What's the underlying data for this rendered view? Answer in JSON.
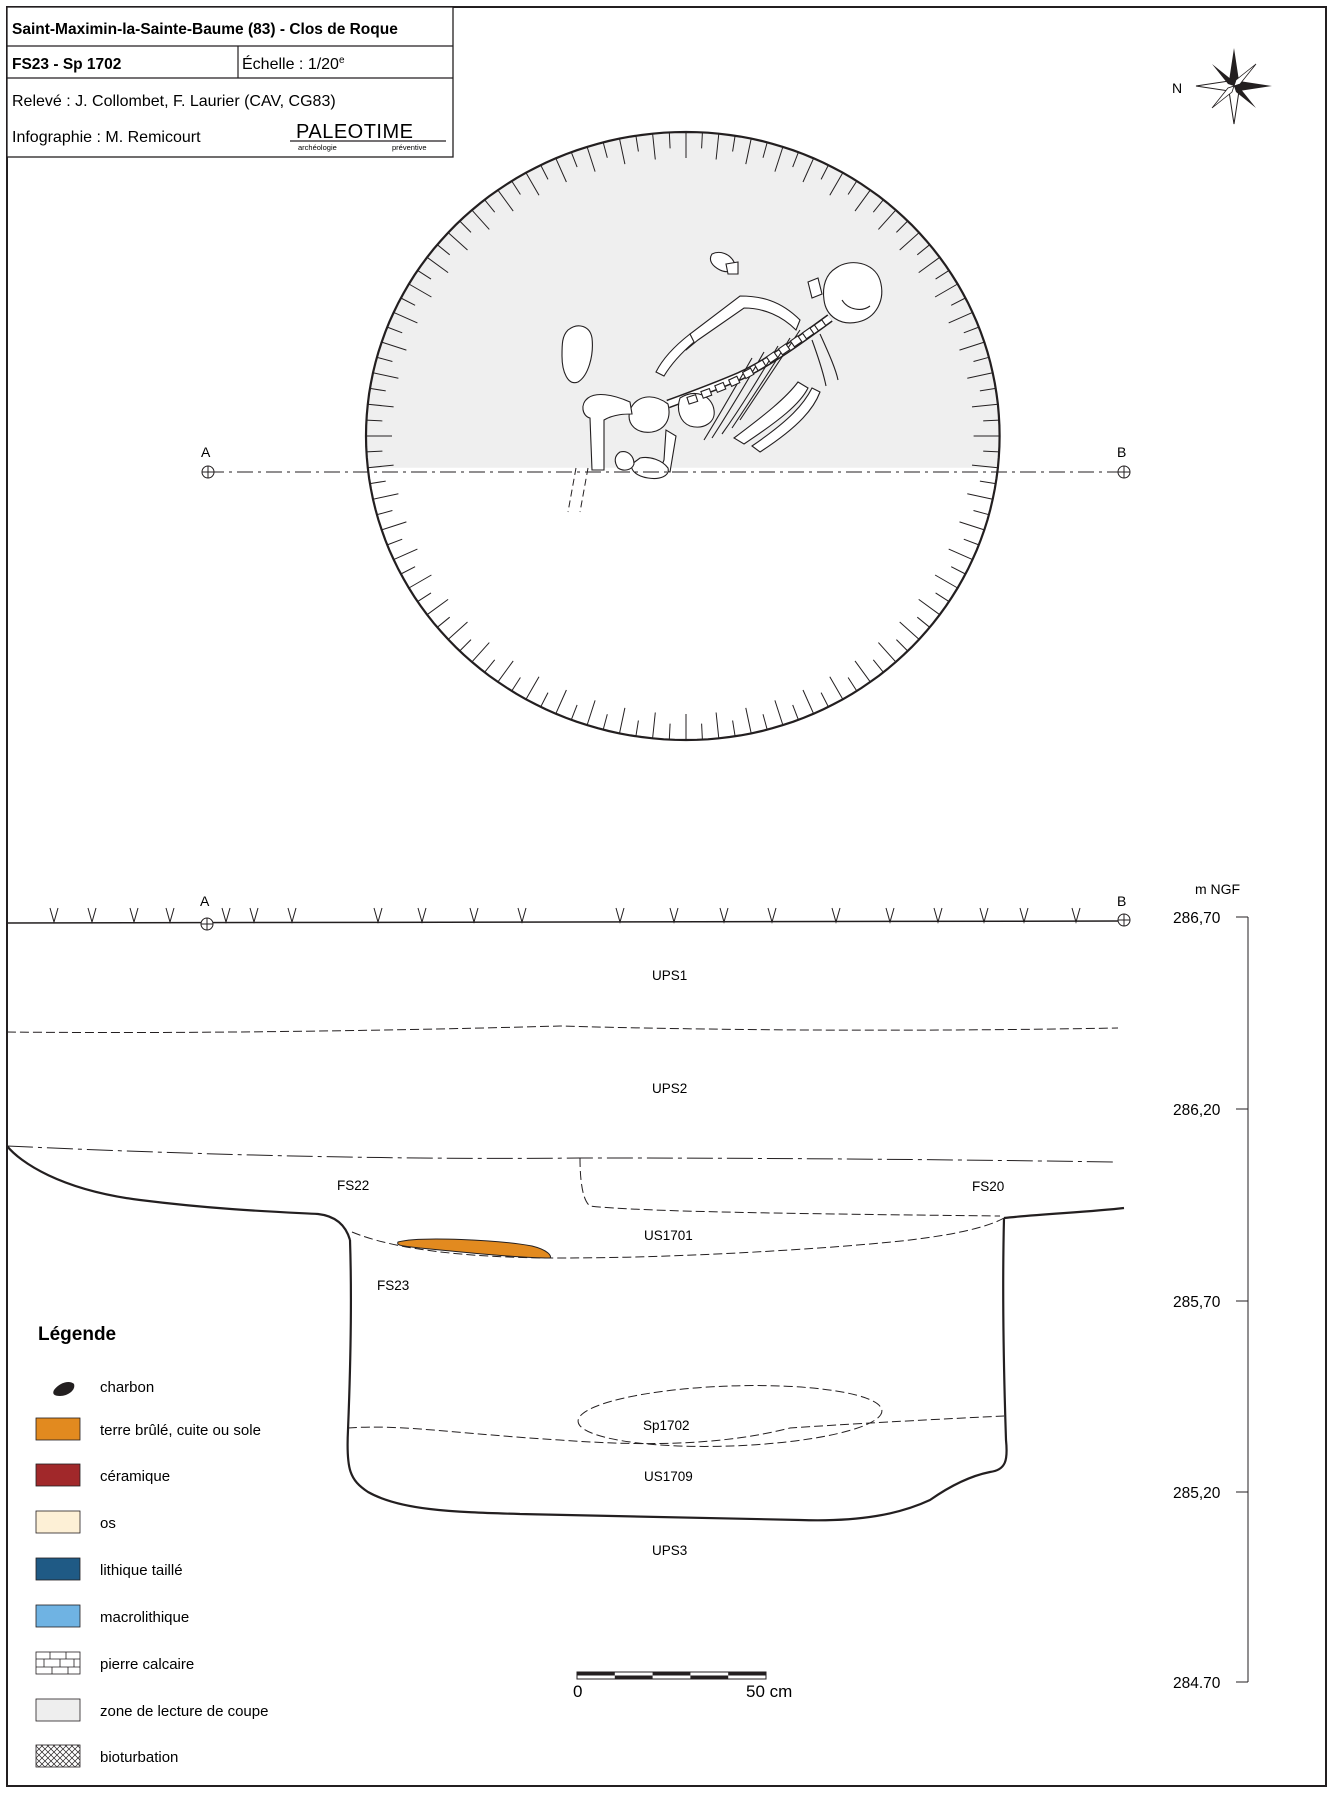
{
  "cartouche": {
    "site": "Saint-Maximin-la-Sainte-Baume (83) - Clos de Roque",
    "structure": "FS23 - Sp 1702",
    "scale_label": "Échelle : 1/20",
    "scale_sup": "e",
    "survey": "Relevé : J. Collombet, F. Laurier (CAV, CG83)",
    "graphics": "Infographie : M. Remicourt",
    "logo_main": "PALEOTIME",
    "logo_sub_left": "archéologie",
    "logo_sub_right": "préventive"
  },
  "north_label": "N",
  "plan": {
    "point_a": "A",
    "point_b": "B"
  },
  "section": {
    "point_a": "A",
    "point_b": "B",
    "units_label": "m NGF",
    "elevations": [
      "286,70",
      "286,20",
      "285,70",
      "285,20",
      "284.70"
    ],
    "layers": {
      "ups1": "UPS1",
      "ups2": "UPS2",
      "fs22": "FS22",
      "fs20": "FS20",
      "us1701": "US1701",
      "fs23": "FS23",
      "sp1702": "Sp1702",
      "us1709": "US1709",
      "ups3": "UPS3"
    }
  },
  "scale_bar": {
    "start": "0",
    "end": "50 cm"
  },
  "legend": {
    "title": "Légende",
    "items": [
      {
        "label": "charbon",
        "symbol": "charcoal-icon"
      },
      {
        "label": "terre brûlé, cuite ou sole",
        "color": "#e28a1f"
      },
      {
        "label": "céramique",
        "color": "#a1282a"
      },
      {
        "label": "os",
        "color": "#fdf0d6"
      },
      {
        "label": "lithique taillé",
        "color": "#1f5a85"
      },
      {
        "label": "macrolithique",
        "color": "#6fb3e3"
      },
      {
        "label": "pierre calcaire",
        "symbol": "limestone-pattern"
      },
      {
        "label": "zone de lecture de coupe",
        "color": "#eeeeee"
      },
      {
        "label": "bioturbation",
        "symbol": "crosshatch-pattern"
      }
    ]
  },
  "colors": {
    "ink": "#231f20",
    "burnt_earth": "#e28a1f",
    "reading_zone": "#efefef"
  }
}
